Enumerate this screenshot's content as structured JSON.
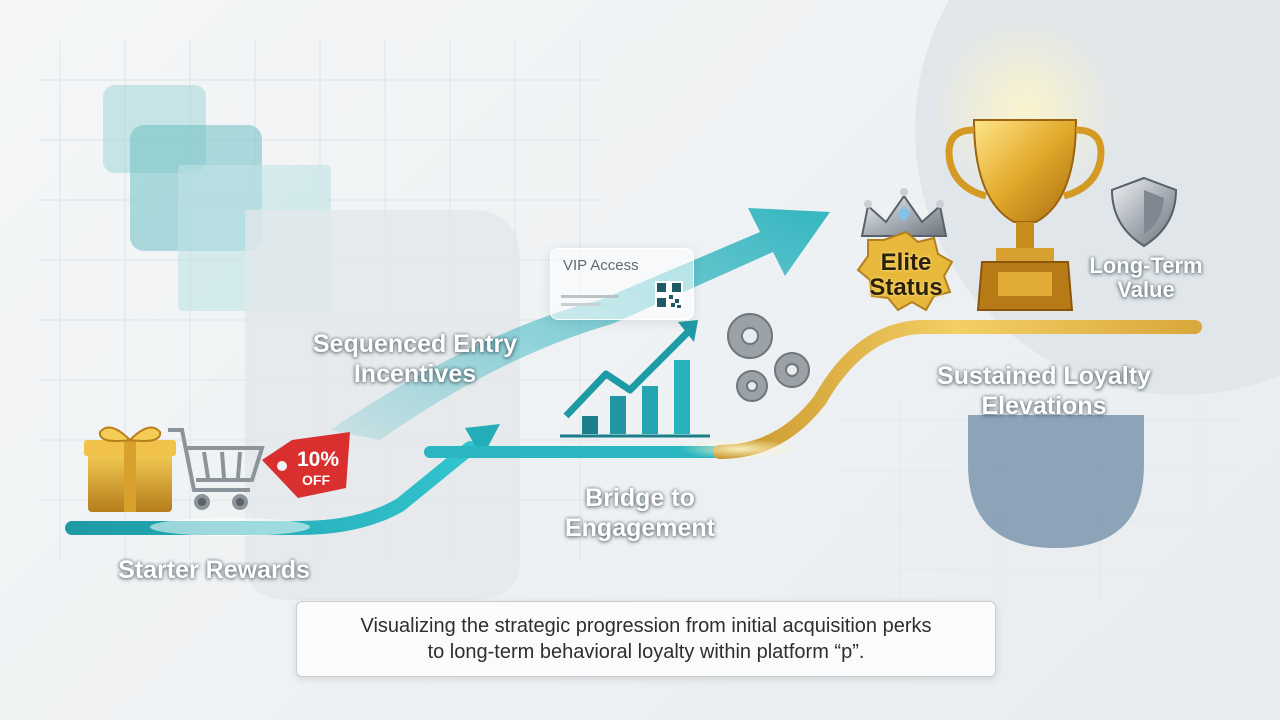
{
  "stages": {
    "starter_rewards": "Starter Rewards",
    "sequenced_entry": "Sequenced Entry\nIncentives",
    "bridge": "Bridge to\nEngagement",
    "sustained": "Sustained Loyalty\nElevations"
  },
  "ticket": {
    "title": "VIP Access"
  },
  "tag": {
    "percent": "10%",
    "off": "OFF"
  },
  "badges": {
    "elite_status": "Elite\nStatus",
    "long_term_value": "Long-Term\nValue"
  },
  "caption": {
    "line1": "Visualizing the strategic progression from initial acquisition perks",
    "line2": "to long-term behavioral loyalty within platform “p”."
  },
  "icons": [
    "gift-icon",
    "shopping-cart-icon",
    "discount-tag-icon",
    "vip-ticket-icon",
    "qr-code-icon",
    "growth-chart-icon",
    "gears-icon",
    "crown-icon",
    "trophy-icon",
    "shield-icon"
  ],
  "colors": {
    "teal": "#1fa3ad",
    "gold": "#e0b23c",
    "text_shadow": "#2d4550"
  }
}
